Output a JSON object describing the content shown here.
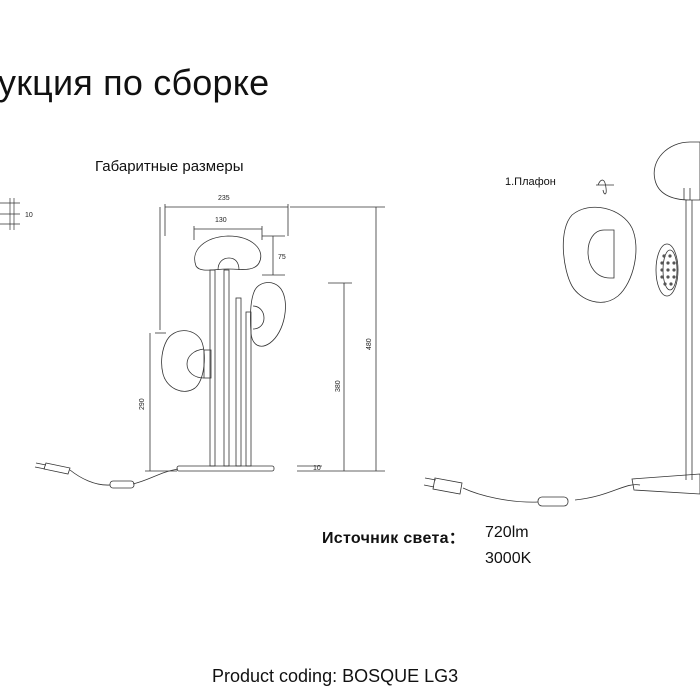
{
  "document": {
    "title": "укция по сборке",
    "dims_title": "Габаритные размеры",
    "part_label": "1.Плафон",
    "light_source_label": "Источник света：",
    "luminous_flux": "720lm",
    "color_temperature": "3000K",
    "product_coding": "Product coding: BOSQUE LG3"
  },
  "dimensions": {
    "total_width": "235",
    "shade_width": "130",
    "shade_height": "75",
    "total_height": "480",
    "lower_shade_height": "290",
    "middle_height": "380",
    "base_height": "10",
    "left_edge_mark": "10"
  }
}
